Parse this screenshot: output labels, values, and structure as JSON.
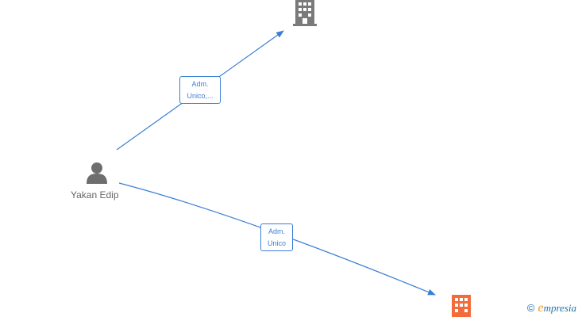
{
  "nodes": {
    "person": {
      "name": "Yakan Edip",
      "icon": "person-icon"
    },
    "company_top": {
      "icon": "building-icon",
      "color": "#7a7a7a"
    },
    "company_bottom": {
      "icon": "building-icon",
      "color": "#f26b3a"
    }
  },
  "edges": [
    {
      "from": "person",
      "to": "company_top",
      "label_line1": "Adm.",
      "label_line2": "Unico,..."
    },
    {
      "from": "person",
      "to": "company_bottom",
      "label_line1": "Adm.",
      "label_line2": "Unico"
    }
  ],
  "colors": {
    "edge": "#3b7fd4",
    "person": "#6e6e6e"
  },
  "watermark": {
    "copyright": "©",
    "brand_initial": "e",
    "brand_rest": "mpresia"
  }
}
